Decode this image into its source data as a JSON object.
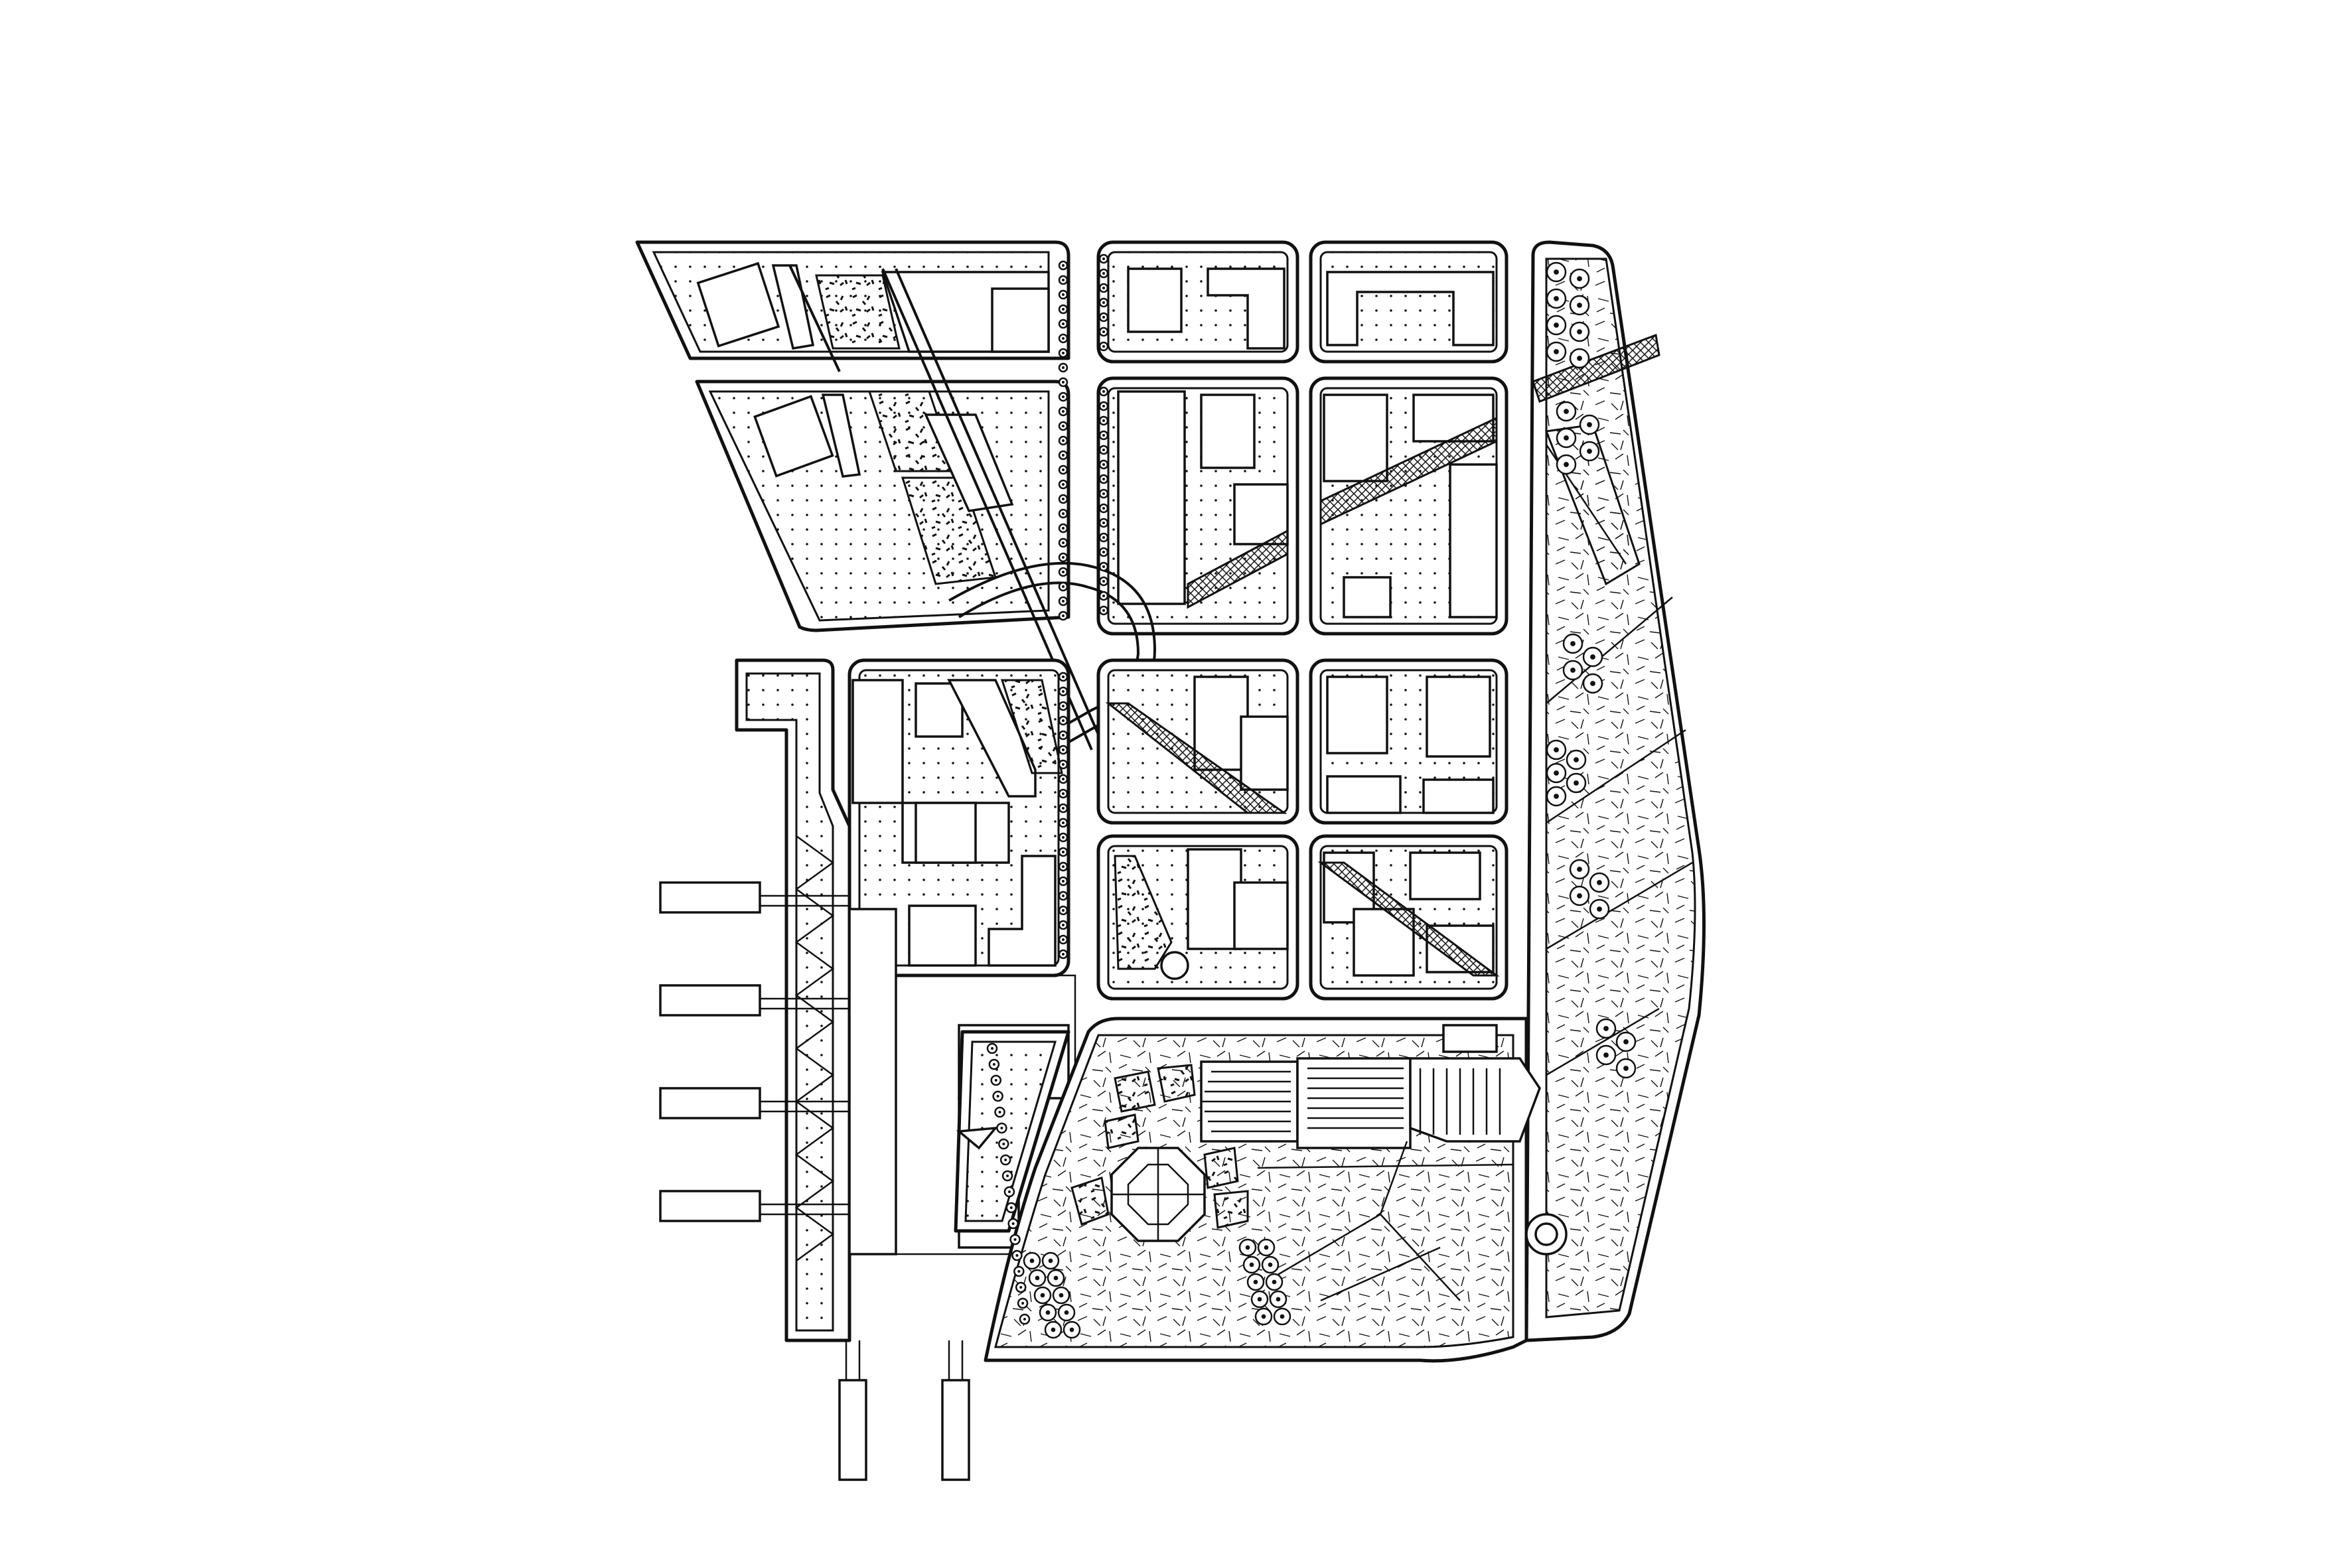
{
  "colors": {
    "line": "#111111",
    "background": "#ffffff"
  },
  "drawing": {
    "kind": "urban site plan, black line drawing",
    "blocks_north": [
      "nw-diagonal-block",
      "n-center-block",
      "n-east-block"
    ],
    "blocks_middle": [
      "mid-west-block",
      "mid-center-block",
      "mid-east-block"
    ],
    "blocks_south": [
      "s-center-block-a",
      "s-center-block-b",
      "s-east-block-a",
      "s-east-block-b"
    ],
    "features": [
      "waterfront-park",
      "pier-structures",
      "octagonal-pavilion",
      "terraced-building",
      "circular-plaza",
      "linear-green-strip"
    ]
  }
}
